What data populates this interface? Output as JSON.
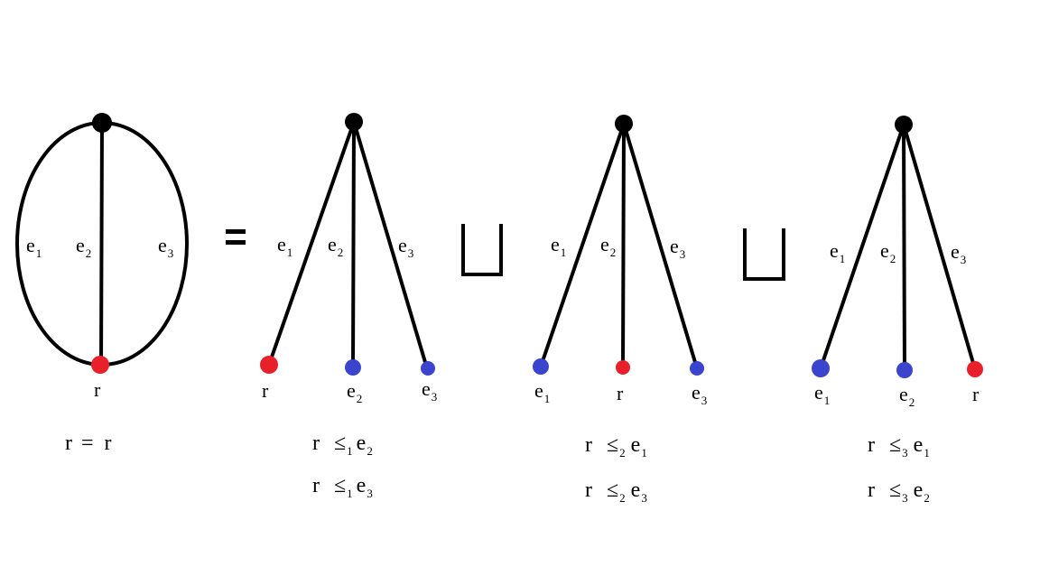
{
  "colors": {
    "black": "#000000",
    "root": "#e8202a",
    "leaf": "#3a44cc"
  },
  "graph": {
    "root_label": "r",
    "edge_labels": [
      {
        "base": "e",
        "sub": "1"
      },
      {
        "base": "e",
        "sub": "2"
      },
      {
        "base": "e",
        "sub": "3"
      }
    ],
    "caption": {
      "left": "r",
      "op": "=",
      "right": "r"
    }
  },
  "operators": {
    "equals": "=",
    "union": "⊔"
  },
  "trees": [
    {
      "edge_labels": [
        {
          "base": "e",
          "sub": "1"
        },
        {
          "base": "e",
          "sub": "2"
        },
        {
          "base": "e",
          "sub": "3"
        }
      ],
      "leaves": [
        {
          "role": "root",
          "base": "r",
          "sub": ""
        },
        {
          "role": "leaf",
          "base": "e",
          "sub": "2"
        },
        {
          "role": "leaf",
          "base": "e",
          "sub": "3"
        }
      ],
      "relations": [
        {
          "left": "r",
          "leq_sub": "1",
          "right_base": "e",
          "right_sub": "2"
        },
        {
          "left": "r",
          "leq_sub": "1",
          "right_base": "e",
          "right_sub": "3"
        }
      ]
    },
    {
      "edge_labels": [
        {
          "base": "e",
          "sub": "1"
        },
        {
          "base": "e",
          "sub": "2"
        },
        {
          "base": "e",
          "sub": "3"
        }
      ],
      "leaves": [
        {
          "role": "leaf",
          "base": "e",
          "sub": "1"
        },
        {
          "role": "root",
          "base": "r",
          "sub": ""
        },
        {
          "role": "leaf",
          "base": "e",
          "sub": "3"
        }
      ],
      "relations": [
        {
          "left": "r",
          "leq_sub": "2",
          "right_base": "e",
          "right_sub": "1"
        },
        {
          "left": "r",
          "leq_sub": "2",
          "right_base": "e",
          "right_sub": "3"
        }
      ]
    },
    {
      "edge_labels": [
        {
          "base": "e",
          "sub": "1"
        },
        {
          "base": "e",
          "sub": "2"
        },
        {
          "base": "e",
          "sub": "3"
        }
      ],
      "leaves": [
        {
          "role": "leaf",
          "base": "e",
          "sub": "1"
        },
        {
          "role": "leaf",
          "base": "e",
          "sub": "2"
        },
        {
          "role": "root",
          "base": "r",
          "sub": ""
        }
      ],
      "relations": [
        {
          "left": "r",
          "leq_sub": "3",
          "right_base": "e",
          "right_sub": "1"
        },
        {
          "left": "r",
          "leq_sub": "3",
          "right_base": "e",
          "right_sub": "2"
        }
      ]
    }
  ]
}
